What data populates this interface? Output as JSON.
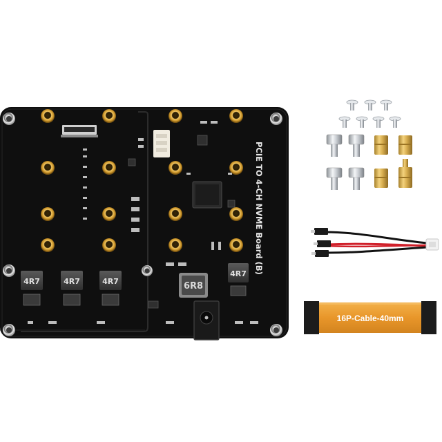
{
  "board": {
    "title": "PCIE TO 4-CH NVME Board (B)",
    "inductor_labels": [
      "4R7",
      "4R7",
      "4R7",
      "4R7"
    ],
    "main_inductor_label": "6R8",
    "colors": {
      "pcb": "#111111",
      "silkscreen": "#e6e6e6",
      "gold": "#d9a53a",
      "gold_dark": "#8a6418",
      "hole_metal": "#c9c9c9"
    }
  },
  "accessories": {
    "cable_label": "16P-Cable-40mm",
    "colors": {
      "flex_cable": "#e89a2e",
      "flex_stiffener": "#1a1a1a",
      "brass": "#d8b25a",
      "steel": "#c8ccd0",
      "wire_red": "#d0202a",
      "wire_black": "#111111"
    }
  }
}
